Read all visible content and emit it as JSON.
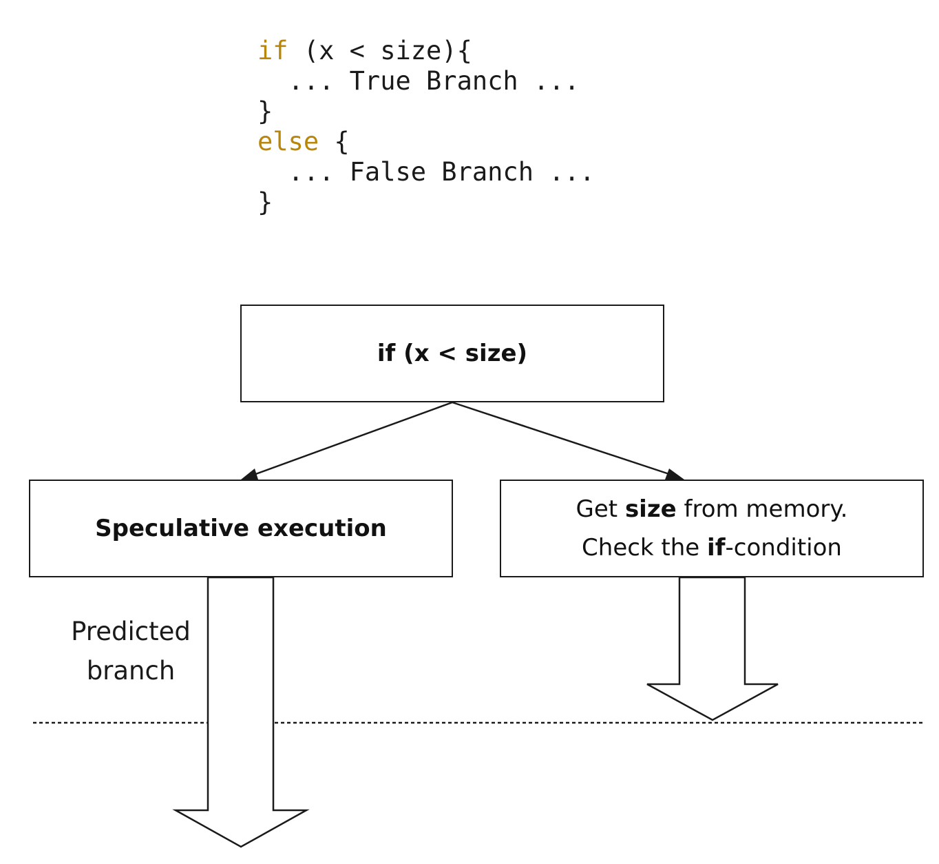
{
  "code": {
    "line1_kw": "if",
    "line1_rest": " (x < size){",
    "line2": "  ... True Branch ...",
    "line3": "}",
    "line4_kw": "else",
    "line4_rest": " {",
    "line5": "  ... False Branch ...",
    "line6": "}"
  },
  "diagram": {
    "condition_box": "if (x < size)",
    "speculative_box": "Speculative execution",
    "memory_box": {
      "line1_pre": "Get ",
      "line1_bold": "size",
      "line1_post": " from memory.",
      "line2_pre": "Check the ",
      "line2_bold": "if",
      "line2_post": "-condition"
    },
    "predicted_label_line1": "Predicted",
    "predicted_label_line2": "branch"
  },
  "colors": {
    "keyword": "#b8860b",
    "stroke": "#1a1a1a"
  }
}
